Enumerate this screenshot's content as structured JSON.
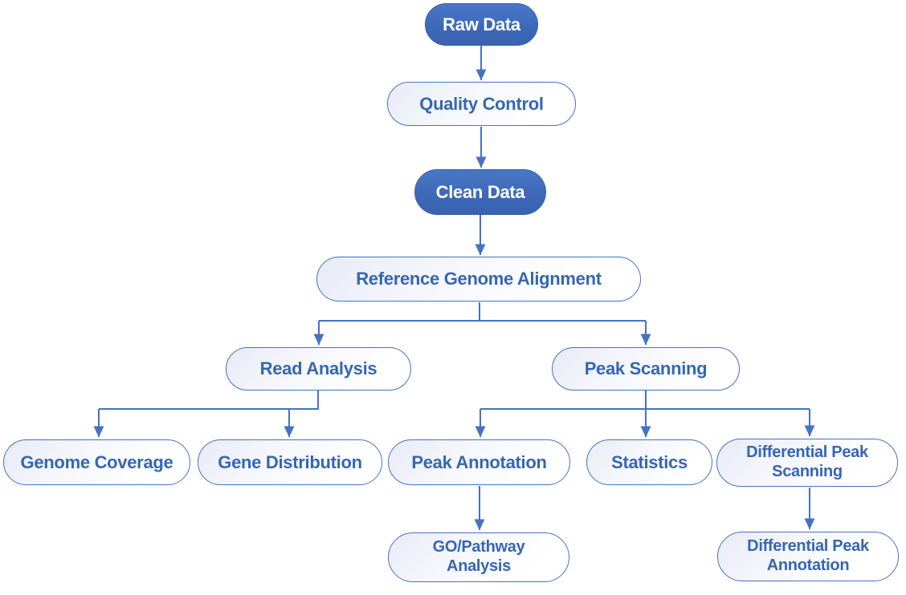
{
  "diagram": {
    "type": "flowchart",
    "accent_color": "#4472C4",
    "filled_node_color": "#3E6CB8",
    "light_node_text_color": "#3666B2",
    "nodes": {
      "raw_data": {
        "label": "Raw Data",
        "style": "filled"
      },
      "quality_control": {
        "label": "Quality Control",
        "style": "outline"
      },
      "clean_data": {
        "label": "Clean Data",
        "style": "filled"
      },
      "reference_genome_alignment": {
        "label": "Reference Genome Alignment",
        "style": "outline"
      },
      "read_analysis": {
        "label": "Read Analysis",
        "style": "outline"
      },
      "peak_scanning": {
        "label": "Peak Scanning",
        "style": "outline"
      },
      "genome_coverage": {
        "label": "Genome Coverage",
        "style": "outline"
      },
      "gene_distribution": {
        "label": "Gene Distribution",
        "style": "outline"
      },
      "peak_annotation": {
        "label": "Peak Annotation",
        "style": "outline"
      },
      "statistics": {
        "label": "Statistics",
        "style": "outline"
      },
      "differential_peak_scanning": {
        "label": "Differential Peak\nScanning",
        "style": "outline"
      },
      "go_pathway_analysis": {
        "label": "GO/Pathway\nAnalysis",
        "style": "outline"
      },
      "differential_peak_annotation": {
        "label": "Differential Peak\nAnnotation",
        "style": "outline"
      }
    },
    "edges": [
      {
        "from": "raw_data",
        "to": "quality_control"
      },
      {
        "from": "quality_control",
        "to": "clean_data"
      },
      {
        "from": "clean_data",
        "to": "reference_genome_alignment"
      },
      {
        "from": "reference_genome_alignment",
        "to": "read_analysis"
      },
      {
        "from": "reference_genome_alignment",
        "to": "peak_scanning"
      },
      {
        "from": "read_analysis",
        "to": "genome_coverage"
      },
      {
        "from": "read_analysis",
        "to": "gene_distribution"
      },
      {
        "from": "peak_scanning",
        "to": "peak_annotation"
      },
      {
        "from": "peak_scanning",
        "to": "statistics"
      },
      {
        "from": "peak_scanning",
        "to": "differential_peak_scanning"
      },
      {
        "from": "peak_annotation",
        "to": "go_pathway_analysis"
      },
      {
        "from": "differential_peak_scanning",
        "to": "differential_peak_annotation"
      }
    ]
  }
}
